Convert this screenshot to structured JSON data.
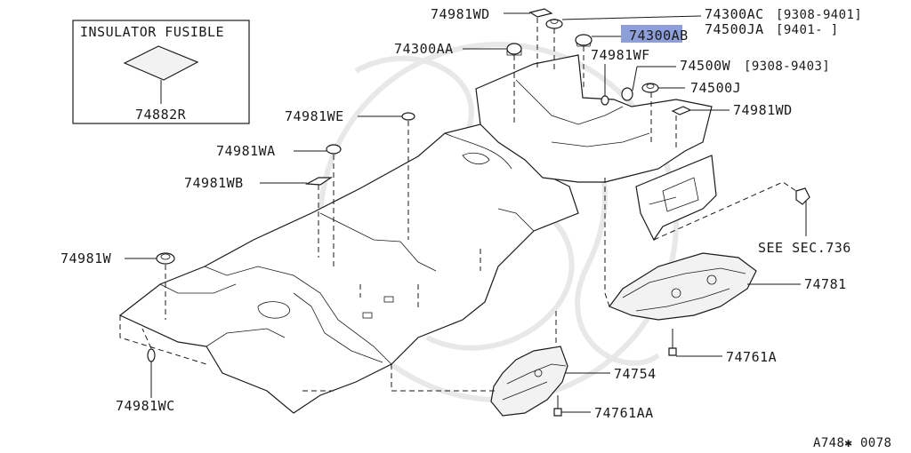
{
  "inset": {
    "title": "INSULATOR FUSIBLE",
    "part_number": "74882R"
  },
  "callouts": {
    "wd_top": "74981WD",
    "ac": "74300AC",
    "ac_range": "[9308-9401]",
    "ja": "74500JA",
    "ja_range": "[9401-      ]",
    "aa": "74300AA",
    "ab": "74300AB",
    "wf": "74981WF",
    "w_500": "74500W",
    "w_500_range": "[9308-9403]",
    "j_500": "74500J",
    "we": "74981WE",
    "wd_right": "74981WD",
    "wa": "74981WA",
    "wb": "74981WB",
    "see_sec": "SEE SEC.736",
    "w": "74981W",
    "p781": "74781",
    "p761a": "74761A",
    "p754": "74754",
    "p761aa": "74761AA",
    "wc": "74981WC"
  },
  "highlight_color": "#8e9ed9",
  "figure_id": "A748✱ 0078"
}
